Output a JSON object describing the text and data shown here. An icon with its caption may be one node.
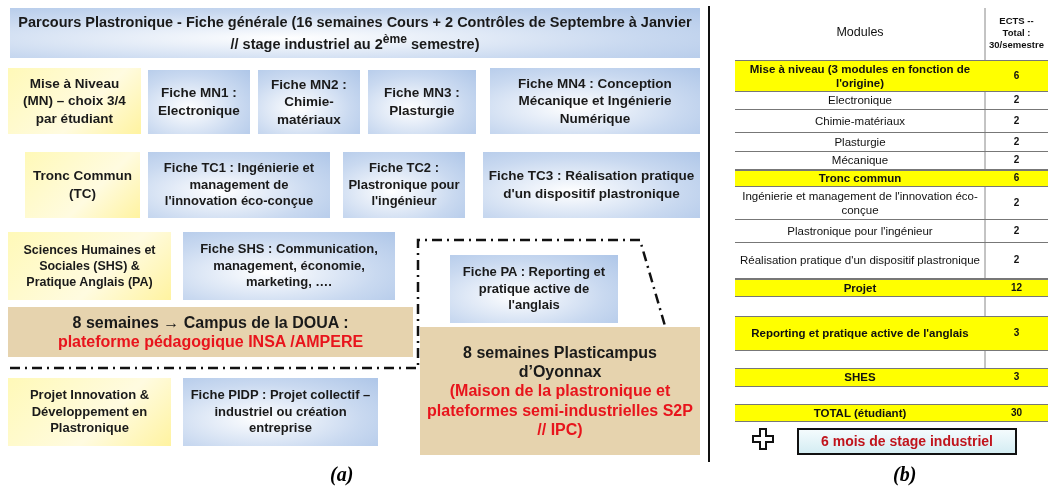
{
  "diagram": {
    "nodes": [
      {
        "text": [
          "Parcours Plastronique  - Fiche générale (16 semaines Cours + 2 Contrôles de Septembre à Janvier // stage industriel au 2$^{ème}$ semestre)"
        ]
      },
      {
        "text": [
          "Mise à Niveau (MN) – choix 3/4 par étudiant"
        ]
      },
      {
        "text": [
          "Fiche MN1 : Electronique"
        ]
      },
      {
        "text": [
          "Fiche MN2 : Chimie-matériaux"
        ]
      },
      {
        "text": [
          "Fiche MN3 : Plasturgie"
        ]
      },
      {
        "text": [
          "Fiche MN4 : Conception Mécanique et Ingénierie Numérique"
        ]
      },
      {
        "text": [
          "Tronc Commun (TC)"
        ]
      },
      {
        "text": [
          "Fiche TC1 : Ingénierie et management de l'innovation éco-conçue"
        ]
      },
      {
        "text": [
          "Fiche TC2 : Plastronique pour l'ingénieur"
        ]
      },
      {
        "text": [
          "Fiche TC3 : Réalisation pratique d'un dispositif plastronique"
        ]
      },
      {
        "text": [
          "Sciences Humaines et Sociales (SHS)  & Pratique Anglais (PA)"
        ]
      },
      {
        "text": [
          "Fiche SHS : Communication, management, économie, marketing, …."
        ]
      },
      {
        "text": [
          "8 semaines → Campus de la DOUA :",
          "plateforme pédagogique INSA /AMPERE"
        ]
      },
      {
        "text": [
          "Fiche PA : Reporting et pratique active de l'anglais"
        ]
      },
      {
        "text": [
          "8 semaines Plasticampus d’Oyonnax",
          "(Maison de la plastronique et plateformes semi-industrielles S2P // IPC)"
        ]
      },
      {
        "text": [
          "Projet Innovation & Développement en Plastronique"
        ]
      },
      {
        "text": [
          "Fiche PIDP : Projet collectif – industriel ou création entreprise"
        ]
      },
      {
        "text": [
          "6 mois de stage industriel"
        ]
      }
    ],
    "edges": [],
    "labels": [
      "Modules",
      "ECTS -- Total : 30/semestre",
      "Mise à niveau (3 modules en fonction de l'origine)",
      "6",
      "Electronique",
      "2",
      "Chimie-matériaux",
      "2",
      "Plasturgie",
      "2",
      "Mécanique",
      "2",
      "Tronc commun",
      "6",
      "Ingénierie et management de l'innovation éco-conçue",
      "2",
      "Plastronique pour l'ingénieur",
      "2",
      "Réalisation pratique d'un dispositif plastronique",
      "2",
      "Projet",
      "12",
      "Reporting et pratique active de l'anglais",
      "3",
      "SHES",
      "3",
      "TOTAL (étudiant)",
      "30",
      "(a)",
      "(b)"
    ]
  }
}
